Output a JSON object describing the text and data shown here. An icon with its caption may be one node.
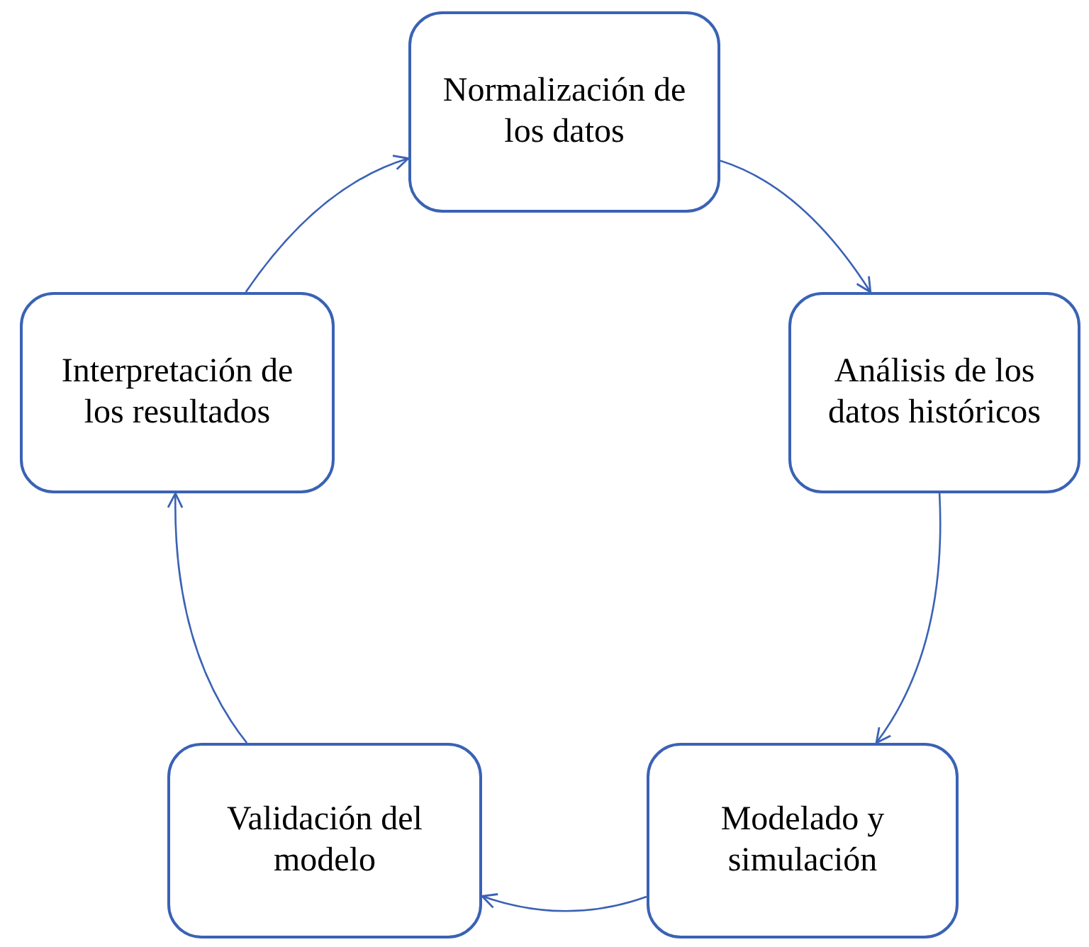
{
  "diagram": {
    "nodes": [
      {
        "text": [
          "Normalización de los datos"
        ]
      },
      {
        "text": [
          "Análisis de los datos históricos"
        ]
      },
      {
        "text": [
          "Modelado y simulación"
        ]
      },
      {
        "text": [
          "Validación del modelo"
        ]
      },
      {
        "text": [
          "Interpretación de los resultados"
        ]
      }
    ],
    "edges": [
      {
        "from": 0,
        "to": 1,
        "arrow": "to"
      },
      {
        "from": 1,
        "to": 2,
        "arrow": "to"
      },
      {
        "from": 2,
        "to": 3,
        "arrow": "to"
      },
      {
        "from": 3,
        "to": 4,
        "arrow": "to"
      },
      {
        "from": 4,
        "to": 0,
        "arrow": "to"
      }
    ]
  }
}
